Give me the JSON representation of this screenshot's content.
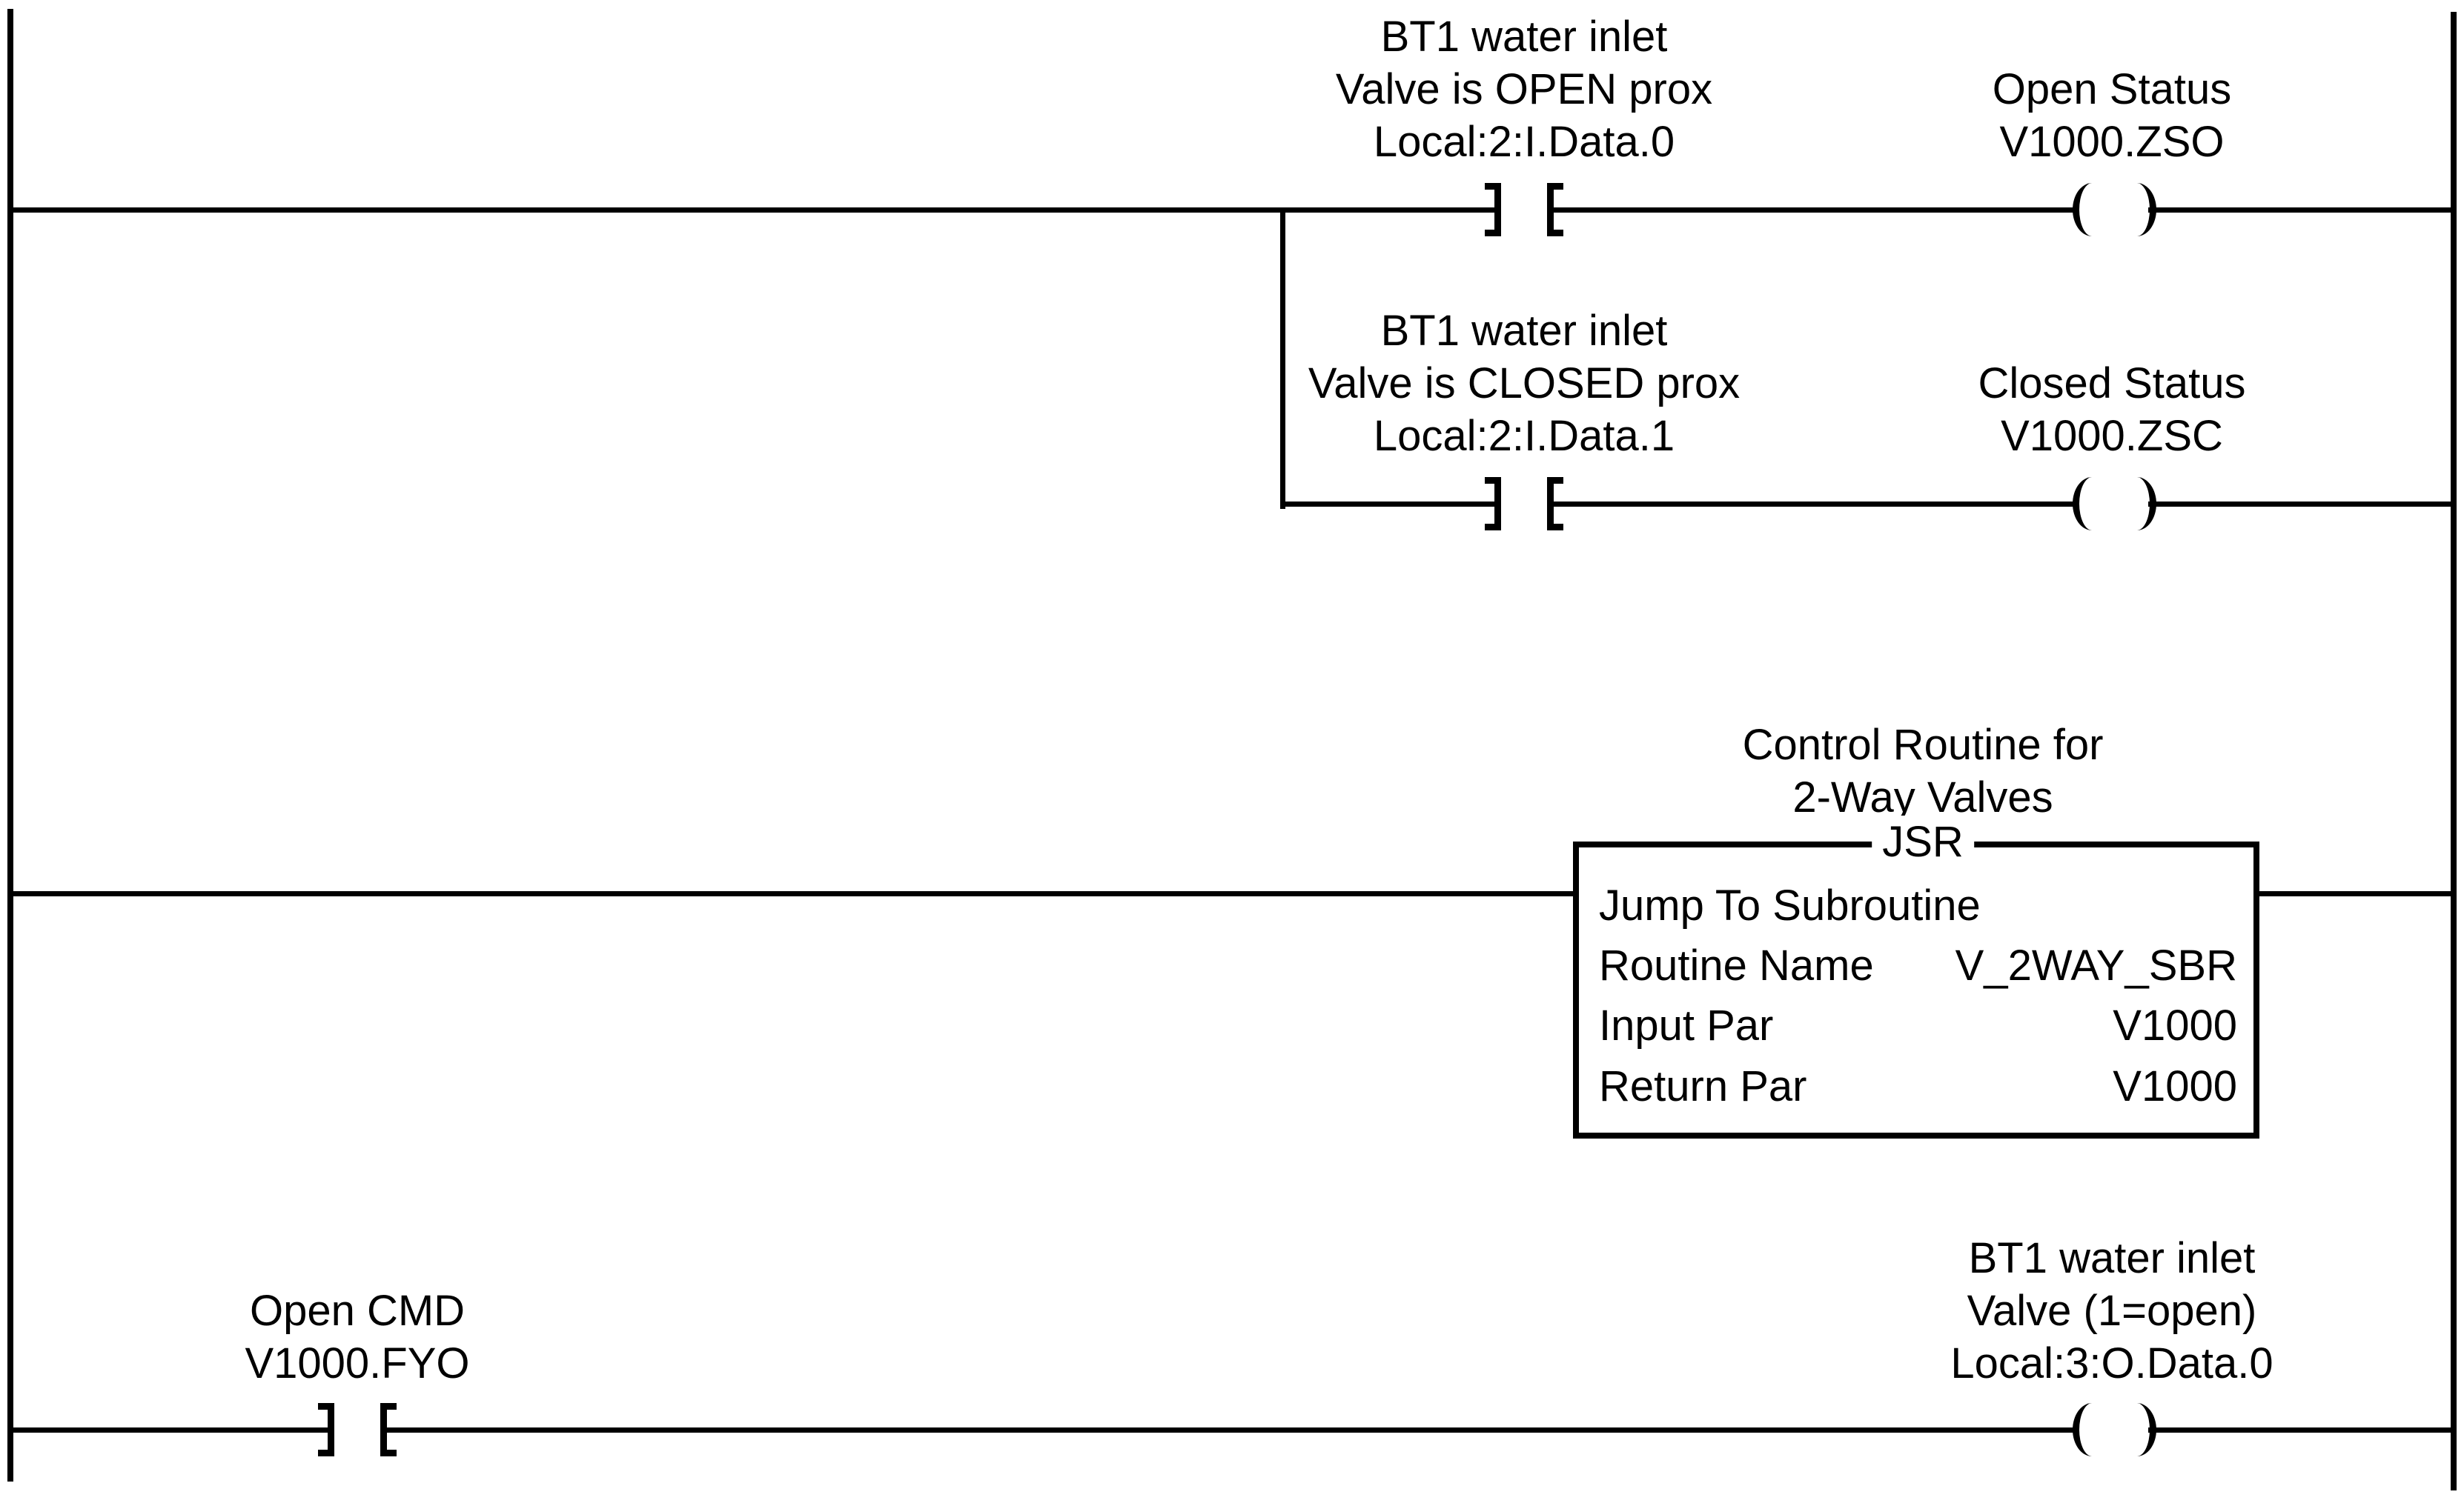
{
  "colors": {
    "ink": "#000000",
    "paper": "#ffffff"
  },
  "rung1": {
    "contact": {
      "line1": "BT1 water inlet",
      "line2": "Valve is OPEN prox",
      "tag": "Local:2:I.Data.0"
    },
    "coil": {
      "line1": "Open Status",
      "tag": "V1000.ZSO"
    }
  },
  "rung1_branch": {
    "contact": {
      "line1": "BT1 water inlet",
      "line2": "Valve is CLOSED prox",
      "tag": "Local:2:I.Data.1"
    },
    "coil": {
      "line1": "Closed Status",
      "tag": "V1000.ZSC"
    }
  },
  "rung2": {
    "jsr": {
      "desc_line1": "Control Routine for",
      "desc_line2": "2-Way Valves",
      "mnemonic": "JSR",
      "title": "Jump To Subroutine",
      "params": [
        {
          "label": "Routine Name",
          "value": "V_2WAY_SBR"
        },
        {
          "label": "Input Par",
          "value": "V1000"
        },
        {
          "label": "Return Par",
          "value": "V1000"
        }
      ]
    }
  },
  "rung3": {
    "contact": {
      "line1": "Open CMD",
      "tag": "V1000.FYO"
    },
    "coil": {
      "line1": "BT1 water inlet",
      "line2": "Valve (1=open)",
      "tag": "Local:3:O.Data.0"
    }
  }
}
